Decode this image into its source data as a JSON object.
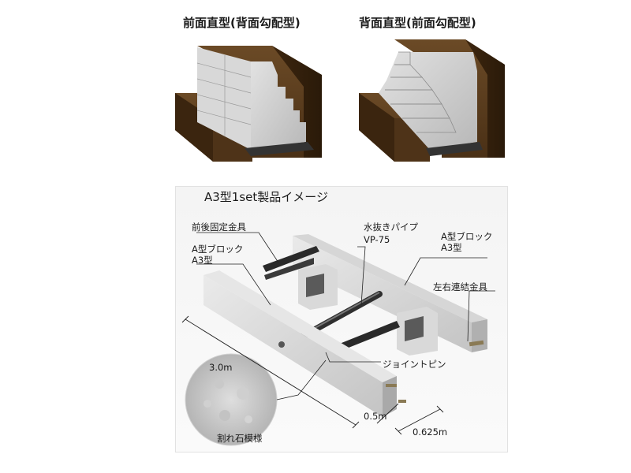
{
  "top_figures": {
    "left_title": "前面直型(背面勾配型)",
    "right_title": "背面直型(前面勾配型)"
  },
  "product_panel": {
    "title": "A3型1set製品イメージ",
    "labels": {
      "front_back_bracket": "前後固定金具",
      "block_a_left_line1": "A型ブロック",
      "block_a_left_line2": "A3型",
      "drain_pipe_line1": "水抜きパイプ",
      "drain_pipe_line2": "VP-75",
      "block_a_right_line1": "A型ブロック",
      "block_a_right_line2": "A3型",
      "lr_bracket": "左右連結金具",
      "joint_pin": "ジョイントピン",
      "length": "3.0m",
      "depth": "0.5m",
      "height": "0.625m",
      "texture": "割れ石模様"
    }
  },
  "colors": {
    "soil": "#4a3016",
    "concrete": "#c9c9c9"
  }
}
